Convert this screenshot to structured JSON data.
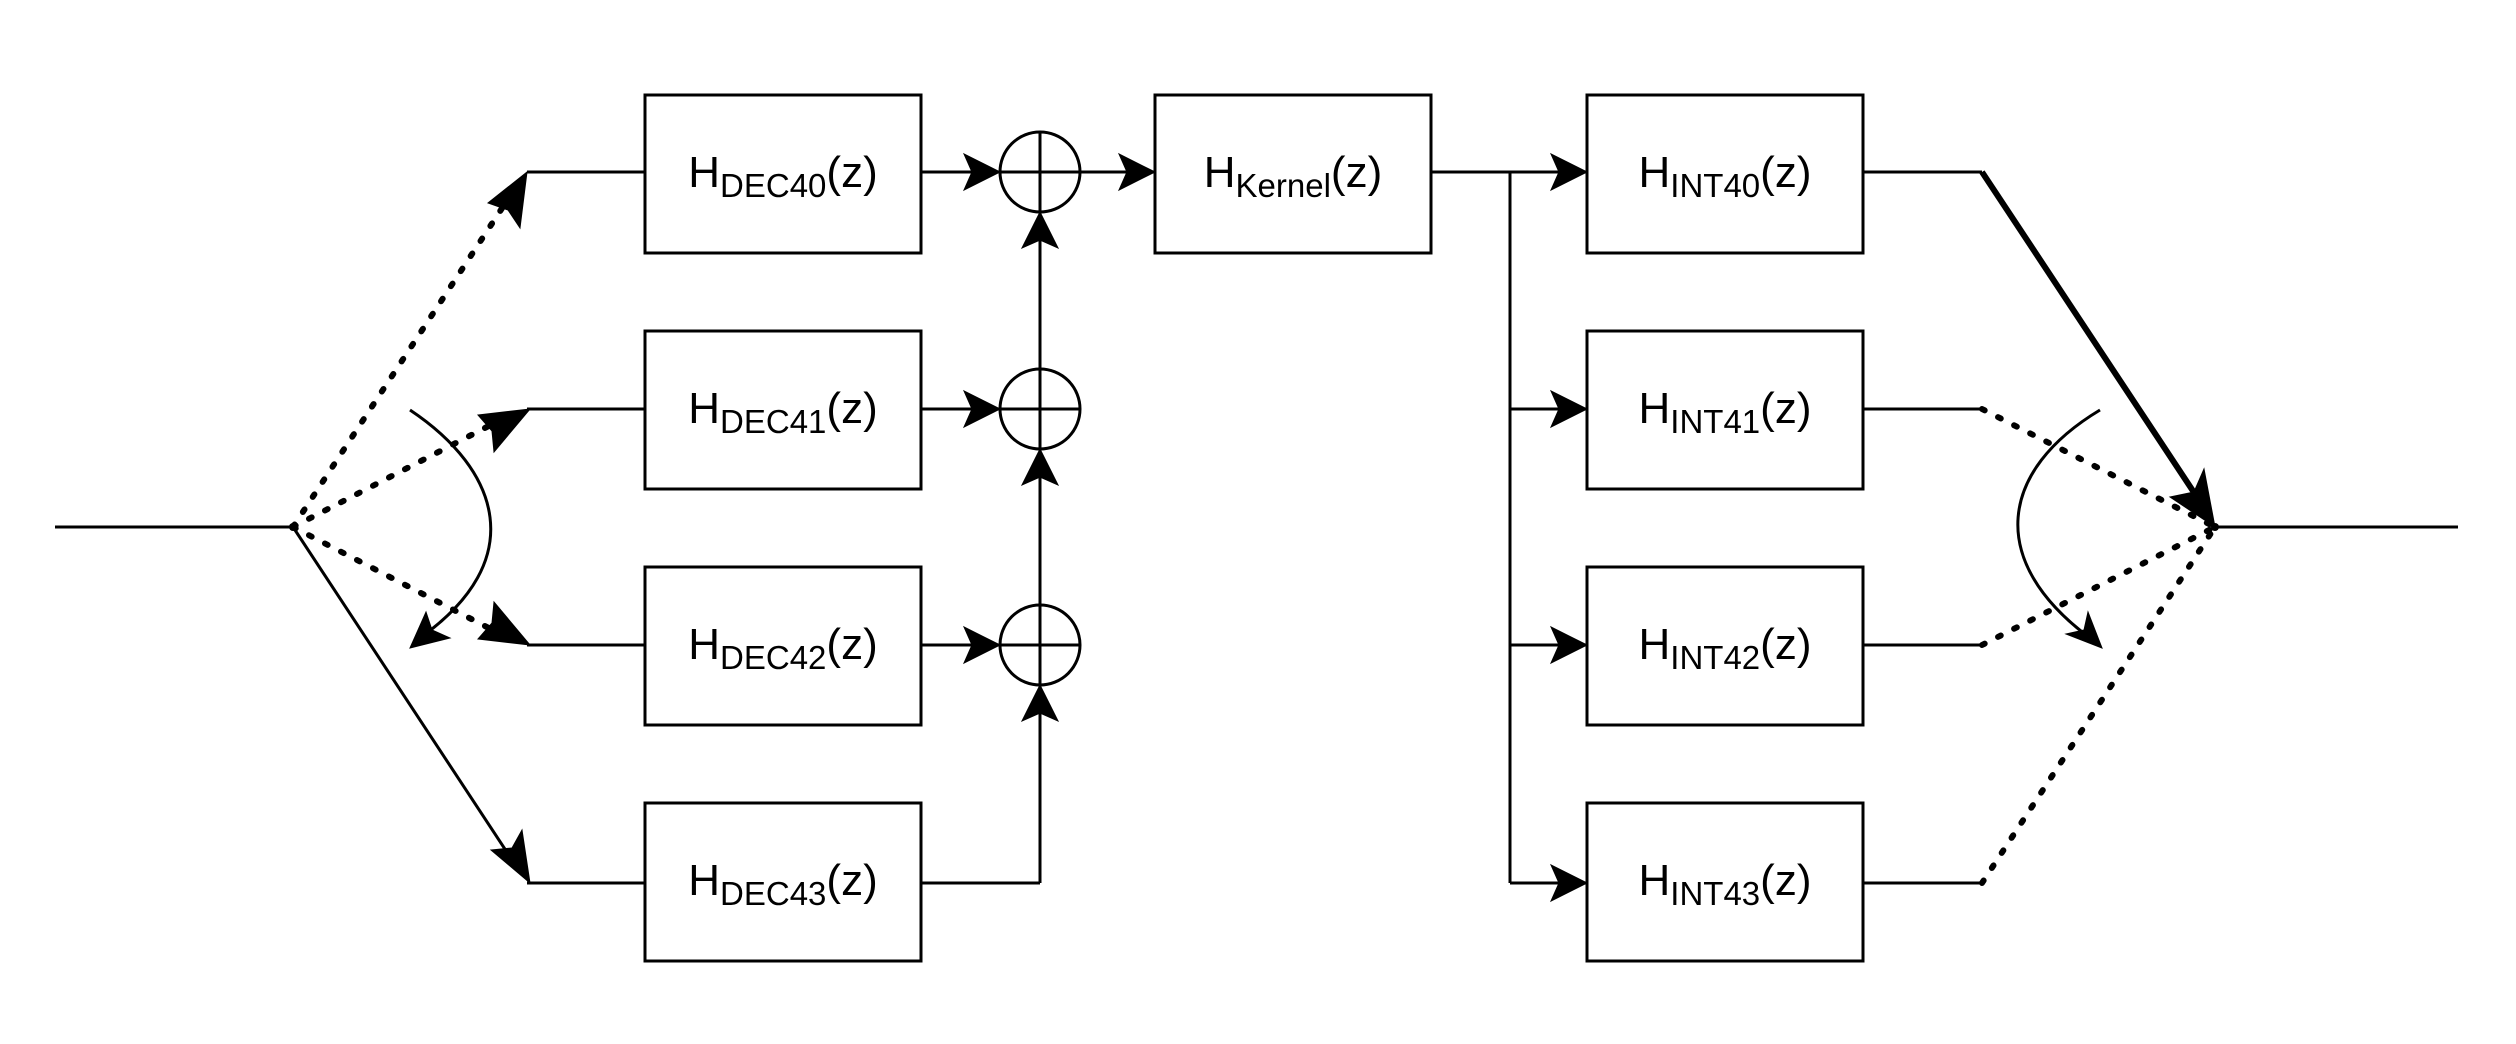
{
  "filters": {
    "decimation": [
      {
        "main": "H",
        "sub": "DEC40",
        "arg": "(z)"
      },
      {
        "main": "H",
        "sub": "DEC41",
        "arg": "(z)"
      },
      {
        "main": "H",
        "sub": "DEC42",
        "arg": "(z)"
      },
      {
        "main": "H",
        "sub": "DEC43",
        "arg": "(z)"
      }
    ],
    "kernel": {
      "main": "H",
      "sub": "Kernel",
      "arg": "(z)"
    },
    "interpolation": [
      {
        "main": "H",
        "sub": "INT40",
        "arg": "(z)"
      },
      {
        "main": "H",
        "sub": "INT41",
        "arg": "(z)"
      },
      {
        "main": "H",
        "sub": "INT42",
        "arg": "(z)"
      },
      {
        "main": "H",
        "sub": "INT43",
        "arg": "(z)"
      }
    ]
  }
}
